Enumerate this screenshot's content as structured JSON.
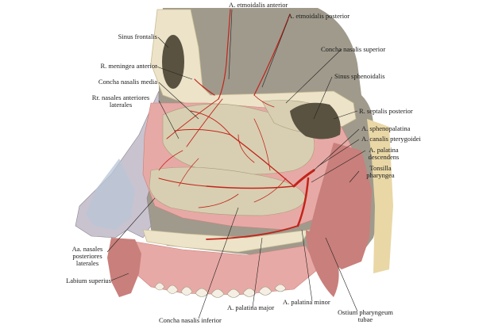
{
  "labels": {
    "a_ethmoidalis_anterior": "A. etmoidalis anterior",
    "a_ethmoidalis_posterior": "A. etmoidalis posterior",
    "sinus_frontalis": "Sinus frontalis",
    "concha_nasalis_superior": "Concha nasalis superior",
    "r_meningea_anterior": "R. meningea anterior",
    "sinus_sphenoidalis": "Sinus sphenoidalis",
    "concha_nasalis_media": "Concha nasalis media",
    "rr_nasales_line1": "Rr. nasales anteriores",
    "rr_nasales_line2": "laterales",
    "r_septalis_posterior": "R. septalis posterior",
    "a_sphenopalatina": "A. sphenopalatina",
    "a_canalis_pterygoidei": "A. canalis pterygoidei",
    "a_palatina_desc_line1": "A. palatina",
    "a_palatina_desc_line2": "descendens",
    "tonsilla_line1": "Tonsilla",
    "tonsilla_line2": "pharyngea",
    "aa_nasales_line1": "Aa. nasales",
    "aa_nasales_line2": "posteriores",
    "aa_nasales_line3": "laterales",
    "labium_superius": "Labium superius",
    "a_palatina_major": "A. palatina major",
    "a_palatina_minor": "A. palatina minor",
    "ostium_line1": "Ostium pharyngeum",
    "ostium_line2": "tubae",
    "concha_nasalis_inferior": "Concha nasalis inferior"
  },
  "colors": {
    "bone": "#ece3c8",
    "bone_shadow": "#c9bb93",
    "mucosa": "#e7a9a5",
    "mucosa_dark": "#c97f7b",
    "concha": "#d8cfb2",
    "artery": "#c2241a",
    "sinus": "#5a5240",
    "skin": "#c9c3cf",
    "cartilage": "#b8c6d6"
  }
}
